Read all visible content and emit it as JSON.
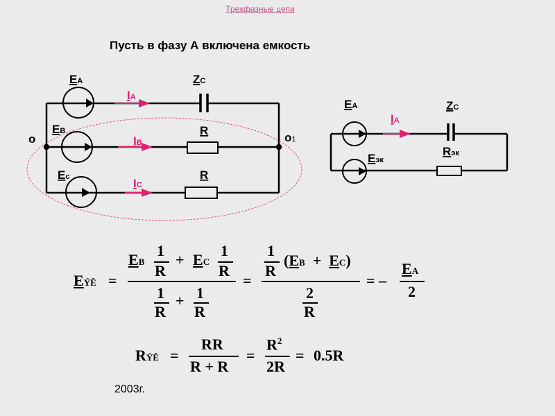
{
  "header": {
    "link": "Трехфазные цепи",
    "title": "Пусть в фазу А включена емкость"
  },
  "circuit_left": {
    "ea": "E",
    "ea_sub": "A",
    "eb": "E",
    "eb_sub": "B",
    "ec": "E",
    "ec_sub": "c",
    "zc": "Z",
    "zc_sub": "C",
    "r1": "R",
    "r2": "R",
    "ia": "I",
    "ia_sub": "A",
    "ib": "I",
    "ib_sub": "B",
    "ic": "I",
    "ic_sub": "C",
    "node_o": "o",
    "node_o1": "o",
    "node_o1_sub": "1"
  },
  "circuit_right": {
    "ea": "E",
    "ea_sub": "A",
    "ia": "I",
    "ia_sub": "A",
    "zc": "Z",
    "zc_sub": "C",
    "eek": "E",
    "eek_sub": "эк",
    "rek": "R",
    "rek_sub": "эк"
  },
  "equation1": {
    "lhs": "E",
    "lhs_sub": "ÝÊ",
    "eq": "=",
    "eb": "E",
    "b": "B",
    "ec": "E",
    "c": "C",
    "plus": "+",
    "one": "1",
    "r": "R",
    "two": "2",
    "open": "(",
    "close": ")",
    "minus": "=  –",
    "ea": "E",
    "a": "A"
  },
  "equation2": {
    "lhs": "R",
    "lhs_sub": "ÝÊ",
    "eq": "=",
    "rr": "RR",
    "rpr": "R + R",
    "r2": "R",
    "sup": "2",
    "tworr": "2R",
    "res": "0.5R"
  },
  "footer": {
    "year": "2003г."
  },
  "colors": {
    "current": "#e0206f",
    "ellipse": "#e05080",
    "link": "#c0508a"
  }
}
